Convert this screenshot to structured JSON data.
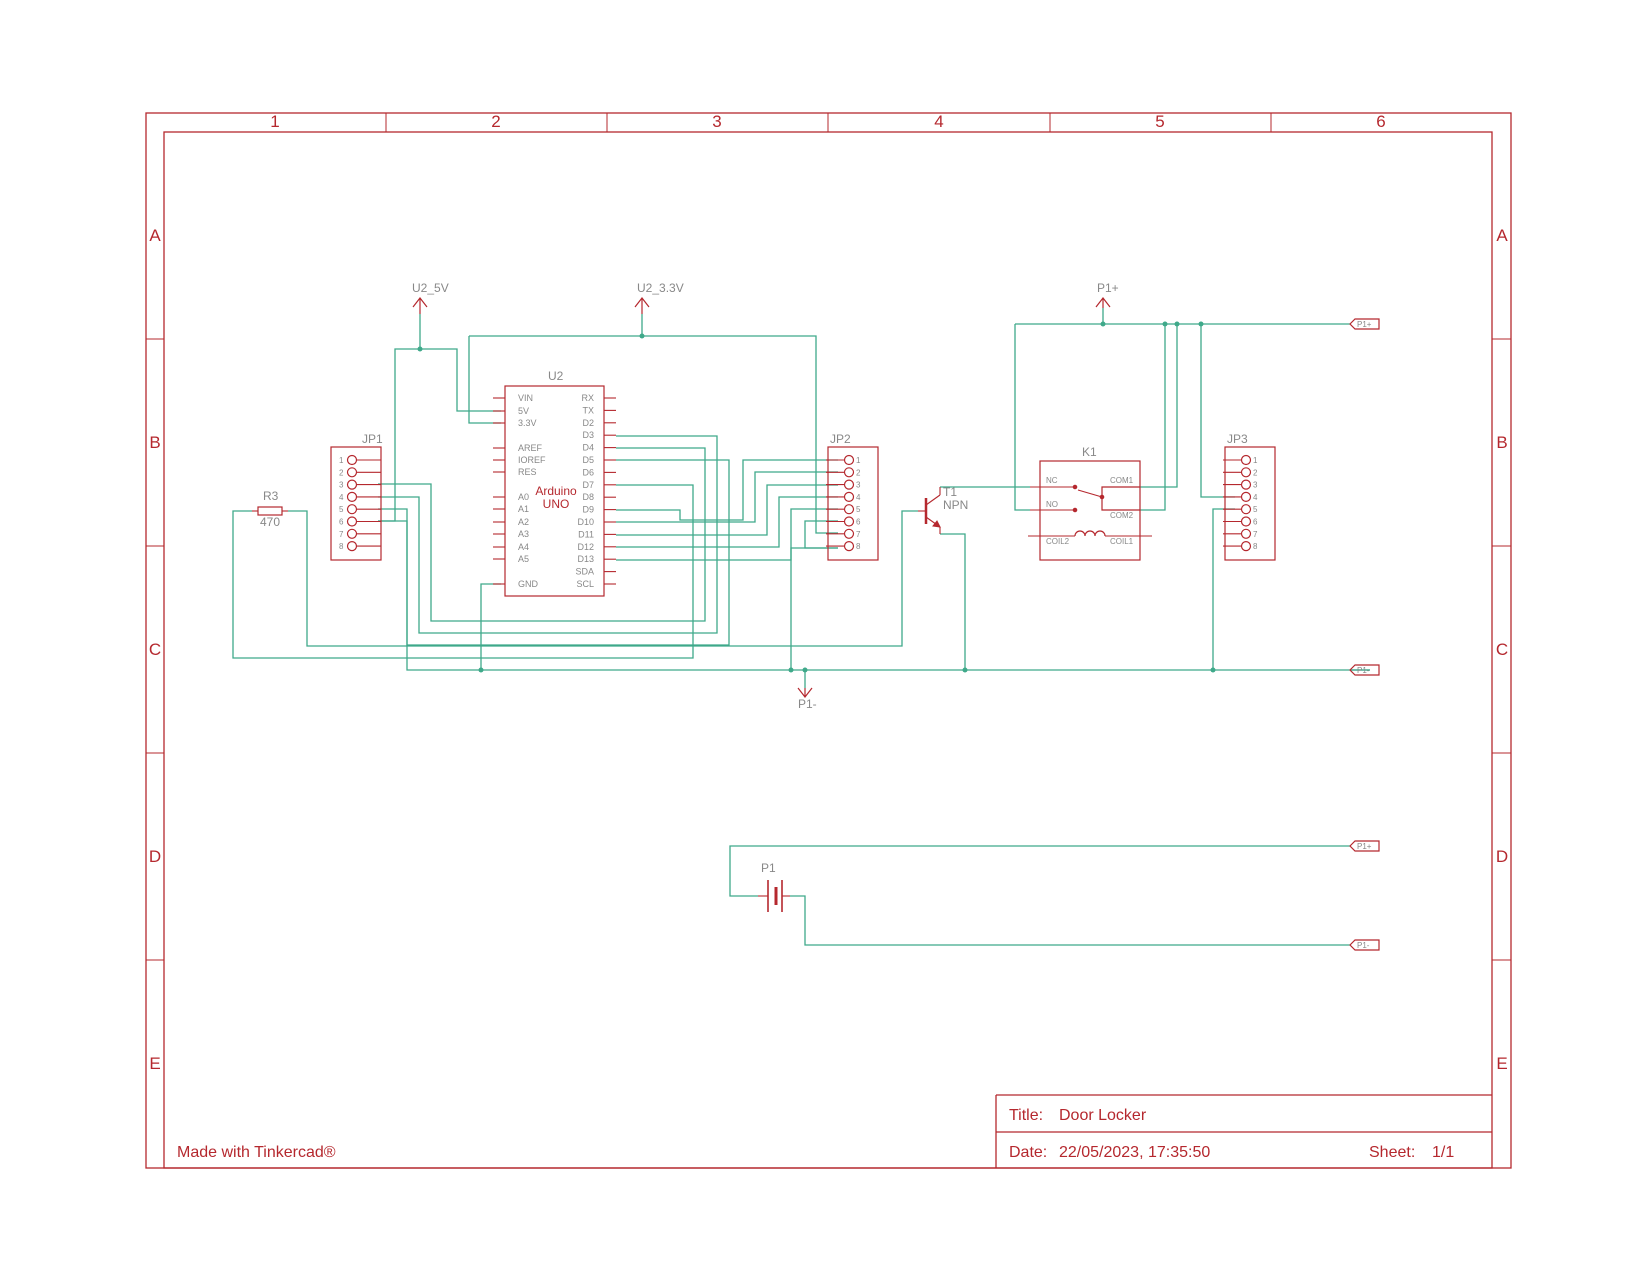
{
  "sheet": {
    "columns": [
      "1",
      "2",
      "3",
      "4",
      "5",
      "6"
    ],
    "rows": [
      "A",
      "B",
      "C",
      "D",
      "E"
    ]
  },
  "footer": {
    "made_with": "Made with Tinkercad®"
  },
  "title_block": {
    "title_label": "Title:",
    "title_value": "Door Locker",
    "date_label": "Date:",
    "date_value": "22/05/2023, 17:35:50",
    "sheet_label": "Sheet:",
    "sheet_value": "1/1"
  },
  "components": {
    "u2": {
      "ref": "U2",
      "name_line1": "Arduino",
      "name_line2": "UNO",
      "left_pins": [
        "VIN",
        "5V",
        "3.3V",
        "AREF",
        "IOREF",
        "RES",
        "A0",
        "A1",
        "A2",
        "A3",
        "A4",
        "A5",
        "GND"
      ],
      "right_pins": [
        "RX",
        "TX",
        "D2",
        "D3",
        "D4",
        "D5",
        "D6",
        "D7",
        "D8",
        "D9",
        "D10",
        "D11",
        "D12",
        "D13",
        "SDA",
        "SCL"
      ]
    },
    "jp1": {
      "ref": "JP1",
      "pins": [
        "1",
        "2",
        "3",
        "4",
        "5",
        "6",
        "7",
        "8"
      ]
    },
    "jp2": {
      "ref": "JP2",
      "pins": [
        "1",
        "2",
        "3",
        "4",
        "5",
        "6",
        "7",
        "8"
      ]
    },
    "jp3": {
      "ref": "JP3",
      "pins": [
        "1",
        "2",
        "3",
        "4",
        "5",
        "6",
        "7",
        "8"
      ]
    },
    "r3": {
      "ref": "R3",
      "value": "470"
    },
    "t1": {
      "ref": "T1",
      "value": "NPN"
    },
    "k1": {
      "ref": "K1",
      "nc": "NC",
      "no": "NO",
      "com1": "COM1",
      "com2": "COM2",
      "coil1": "COIL1",
      "coil2": "COIL2"
    },
    "p1": {
      "ref": "P1"
    }
  },
  "supplies": {
    "u2_5v": "U2_5V",
    "u2_3v3": "U2_3.3V",
    "p1_plus": "P1+",
    "p1_minus": "P1-"
  },
  "ports": {
    "p1_plus_top": "P1+",
    "p1_minus_mid": "P1-",
    "p1_plus_bottom": "P1+",
    "p1_minus_bottom": "P1-"
  }
}
